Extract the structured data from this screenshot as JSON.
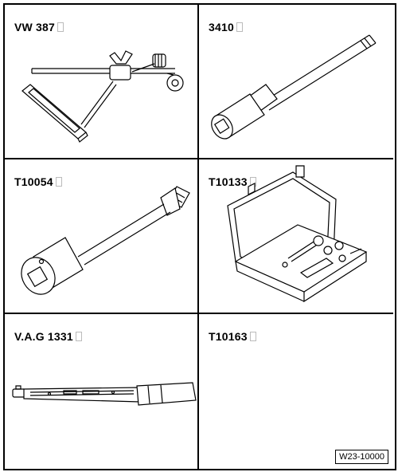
{
  "tools": [
    {
      "label": "VW 387"
    },
    {
      "label": "3410"
    },
    {
      "label": "T10054"
    },
    {
      "label": "T10133"
    },
    {
      "label": "V.A.G 1331"
    },
    {
      "label": "T10163"
    }
  ],
  "figure_code": "W23-10000"
}
